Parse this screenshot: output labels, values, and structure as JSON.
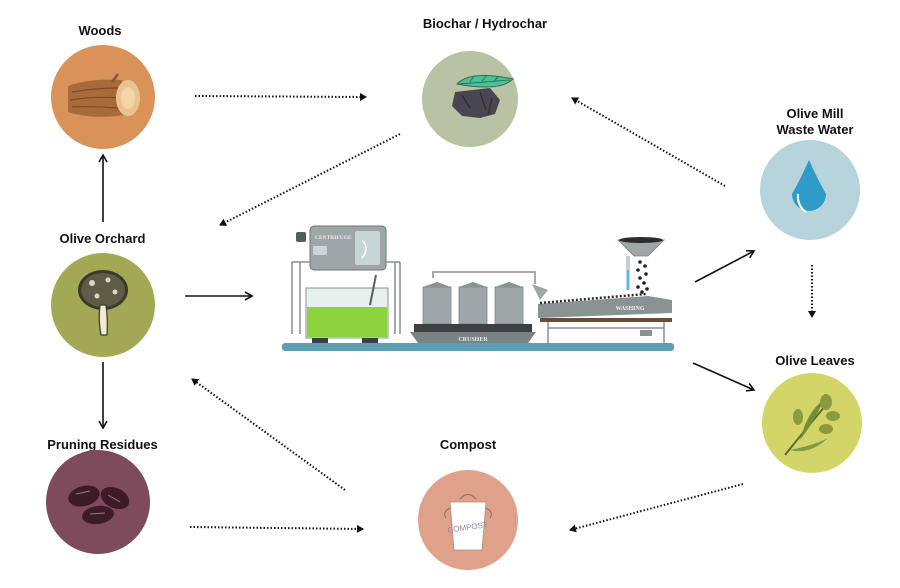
{
  "title": "Olive oil production circular economy",
  "nodes": {
    "woods": {
      "label": "Woods",
      "color": "#d9925a"
    },
    "biochar": {
      "label": "Biochar / Hydrochar",
      "color": "#b9c3a4"
    },
    "waste_water": {
      "label": "Olive Mill\nWaste Water",
      "color": "#b7d4dd"
    },
    "olive_orchard": {
      "label": "Olive Orchard",
      "color": "#a3a855"
    },
    "olive_leaves": {
      "label": "Olive Leaves",
      "color": "#d4d569"
    },
    "pruning_residues": {
      "label": "Pruning Residues",
      "color": "#7d4b5b"
    },
    "compost": {
      "label": "Compost",
      "color": "#e0a18a",
      "bin_text": "COMPOST"
    }
  },
  "machine": {
    "centrifuge_label": "CENTRIFUGE",
    "crusher_label": "CRUSHER",
    "washing_label": "WASHING"
  },
  "edges": [
    {
      "from": "olive_orchard",
      "to": "woods",
      "style": "solid"
    },
    {
      "from": "olive_orchard",
      "to": "pruning_residues",
      "style": "solid"
    },
    {
      "from": "olive_orchard",
      "to": "machine",
      "style": "solid"
    },
    {
      "from": "machine",
      "to": "waste_water",
      "style": "solid"
    },
    {
      "from": "machine",
      "to": "olive_leaves",
      "style": "solid"
    },
    {
      "from": "woods",
      "to": "biochar",
      "style": "dotted"
    },
    {
      "from": "biochar",
      "to": "olive_orchard",
      "style": "dotted"
    },
    {
      "from": "waste_water",
      "to": "biochar",
      "style": "dotted"
    },
    {
      "from": "waste_water",
      "to": "olive_leaves",
      "style": "dotted"
    },
    {
      "from": "olive_leaves",
      "to": "compost",
      "style": "dotted"
    },
    {
      "from": "pruning_residues",
      "to": "compost",
      "style": "dotted"
    },
    {
      "from": "compost",
      "to": "olive_orchard",
      "style": "dotted"
    }
  ]
}
